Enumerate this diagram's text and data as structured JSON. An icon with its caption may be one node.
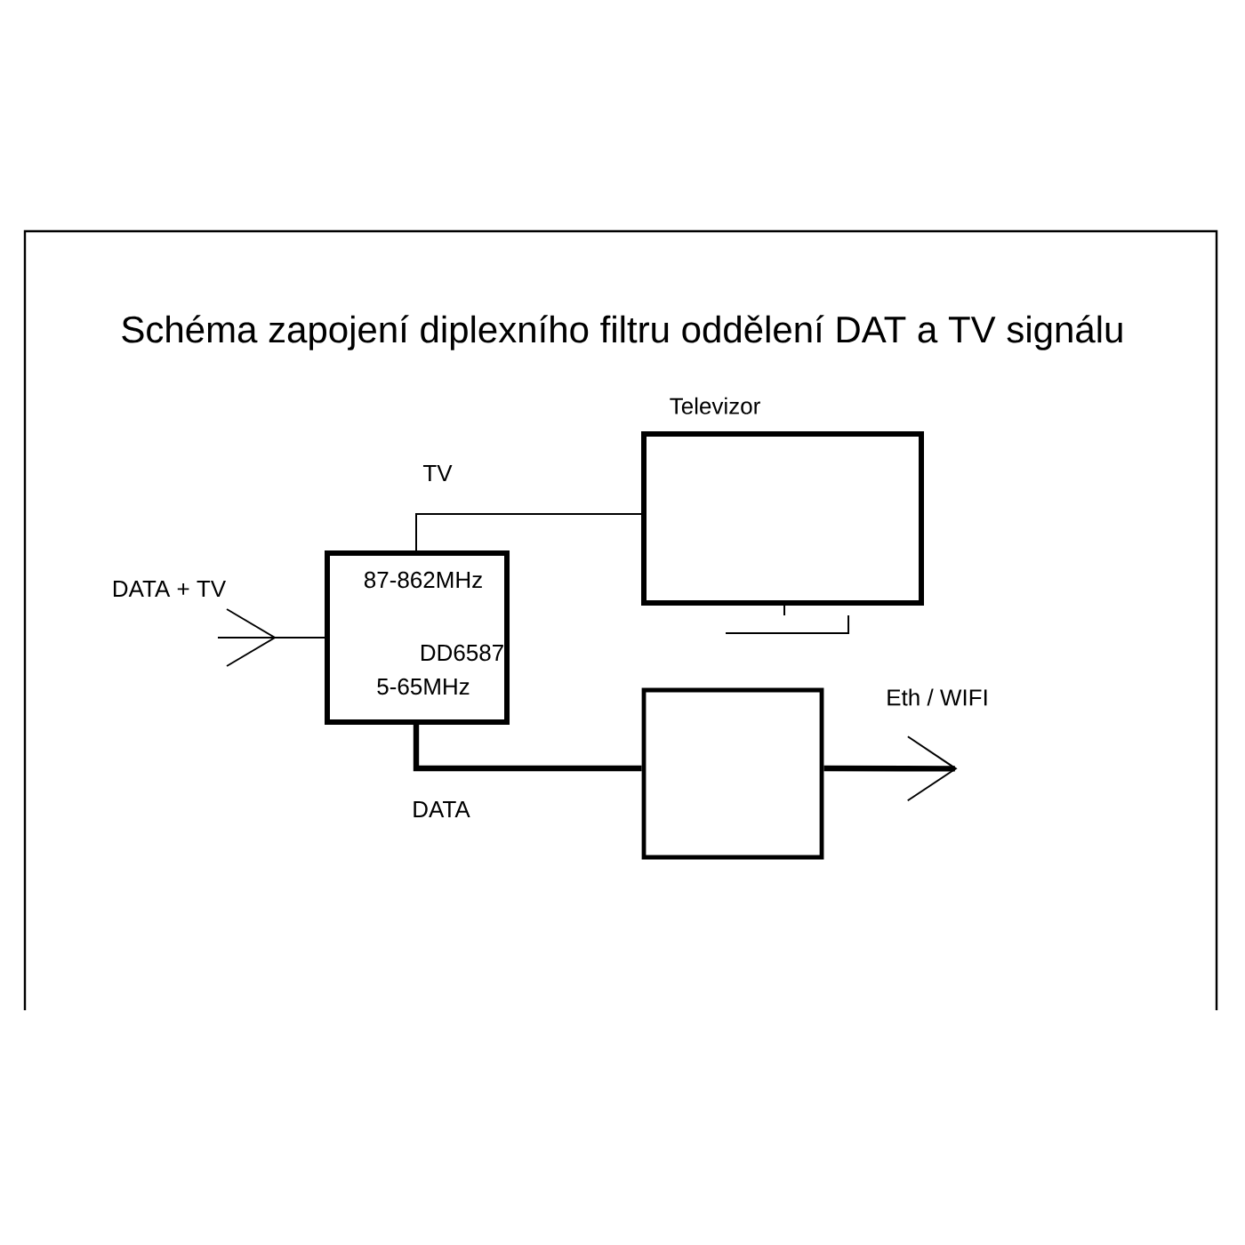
{
  "diagram": {
    "title": "Schéma zapojení diplexního filtru oddělení DAT a TV signálu",
    "nodes": [
      {
        "text": [
          "DATA + TV"
        ]
      },
      {
        "text": [
          "87-862MHz",
          "DD6587",
          "5-65MHz"
        ]
      },
      {
        "text": [
          "Televizor"
        ]
      },
      {
        "text": [],
        "shape": "box"
      },
      {
        "text": [
          "Eth / WIFI"
        ]
      }
    ],
    "edges": [
      {
        "from": 0,
        "to": 1,
        "arrow": "to"
      },
      {
        "from": 1,
        "to": 2,
        "arrow": "none",
        "label": "TV"
      },
      {
        "from": 1,
        "to": 3,
        "arrow": "none",
        "label": "DATA",
        "style": "thick"
      },
      {
        "from": 3,
        "to": 4,
        "arrow": "to",
        "style": "thick"
      }
    ]
  }
}
